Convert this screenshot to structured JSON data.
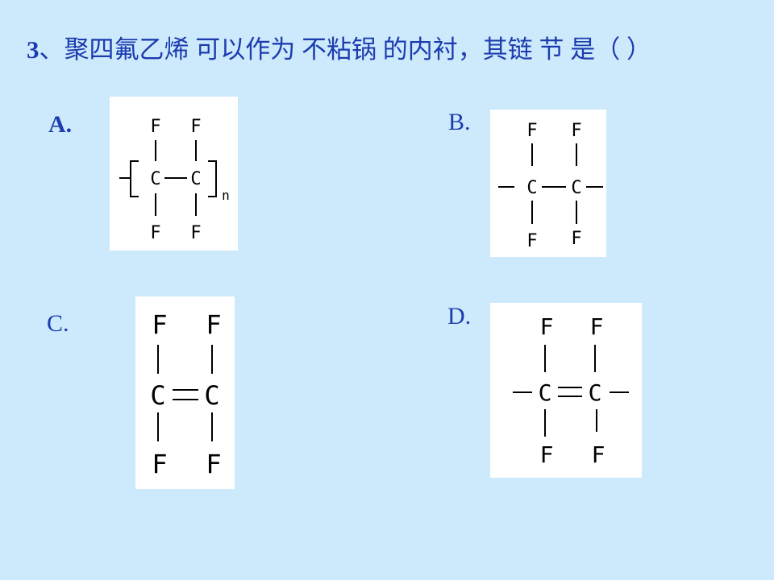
{
  "colors": {
    "background": "#cdeafc",
    "text": "#1c3caf",
    "structure_background": "#ffffff",
    "structure_ink": "#000000"
  },
  "question": {
    "number": "3",
    "text": "、聚四氟乙烯 可以作为 不粘锅 的内衬，其链 节 是（    ）"
  },
  "options": [
    {
      "label": "A.",
      "structure": {
        "top": [
          "F",
          "F"
        ],
        "middle": [
          "C",
          "C"
        ],
        "bottom": [
          "F",
          "F"
        ],
        "subscript": "n"
      }
    },
    {
      "label": "B.",
      "structure": {
        "top": [
          "F",
          "F"
        ],
        "middle": [
          "C",
          "C"
        ],
        "bottom": [
          "F",
          "F"
        ]
      }
    },
    {
      "label": "C.",
      "structure": {
        "top": [
          "F",
          "F"
        ],
        "middle": [
          "C",
          "C"
        ],
        "bottom": [
          "F",
          "F"
        ]
      }
    },
    {
      "label": "D.",
      "structure": {
        "top": [
          "F",
          "F"
        ],
        "middle": [
          "C",
          "C"
        ],
        "bottom": [
          "F",
          "F"
        ]
      }
    }
  ]
}
